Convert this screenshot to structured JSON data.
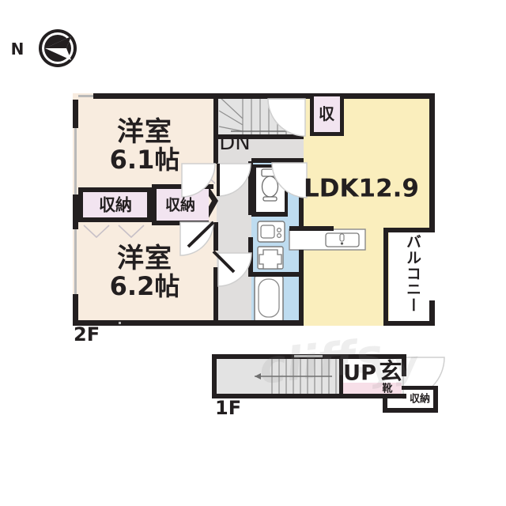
{
  "meta": {
    "kind": "floor-plan",
    "title": "2LDK apartment floor plan (2F and 1F)",
    "watermark": "cliffs"
  },
  "compass": {
    "label": "N",
    "direction": "west-pointing-arrow"
  },
  "floors": [
    {
      "id": "2f",
      "label": "2F"
    },
    {
      "id": "1f",
      "label": "1F"
    }
  ],
  "rooms": {
    "bedroom_top": {
      "name": "洋室",
      "size": "6.1帖"
    },
    "bedroom_bottom": {
      "name": "洋室",
      "size": "6.2帖"
    },
    "ldk": {
      "label": "LDK12.9"
    },
    "balcony": {
      "label": "バルコニー"
    },
    "stairs_down": {
      "label": "DN"
    },
    "stairs_up": {
      "label": "UP"
    },
    "entrance": {
      "label": "玄"
    },
    "shoe_box": {
      "label": "靴"
    }
  },
  "closets": [
    {
      "id": "closet-left",
      "label": "収納"
    },
    {
      "id": "closet-right",
      "label": "収納"
    },
    {
      "id": "closet-upper",
      "label": "収"
    },
    {
      "id": "closet-entry",
      "label": "収納"
    }
  ],
  "colors": {
    "wall": "#231f20",
    "room_fill": "#f8ecdf",
    "ldk_fill": "#faeebd",
    "water_fill": "#bedcf0",
    "closet_fill": "#f2e4f0",
    "stair_fill": "#e3e3e3",
    "hall_fill": "#e0dedd",
    "white": "#ffffff",
    "thin_line": "#b3b3b3",
    "shoe_fill": "#f7dfe8"
  }
}
